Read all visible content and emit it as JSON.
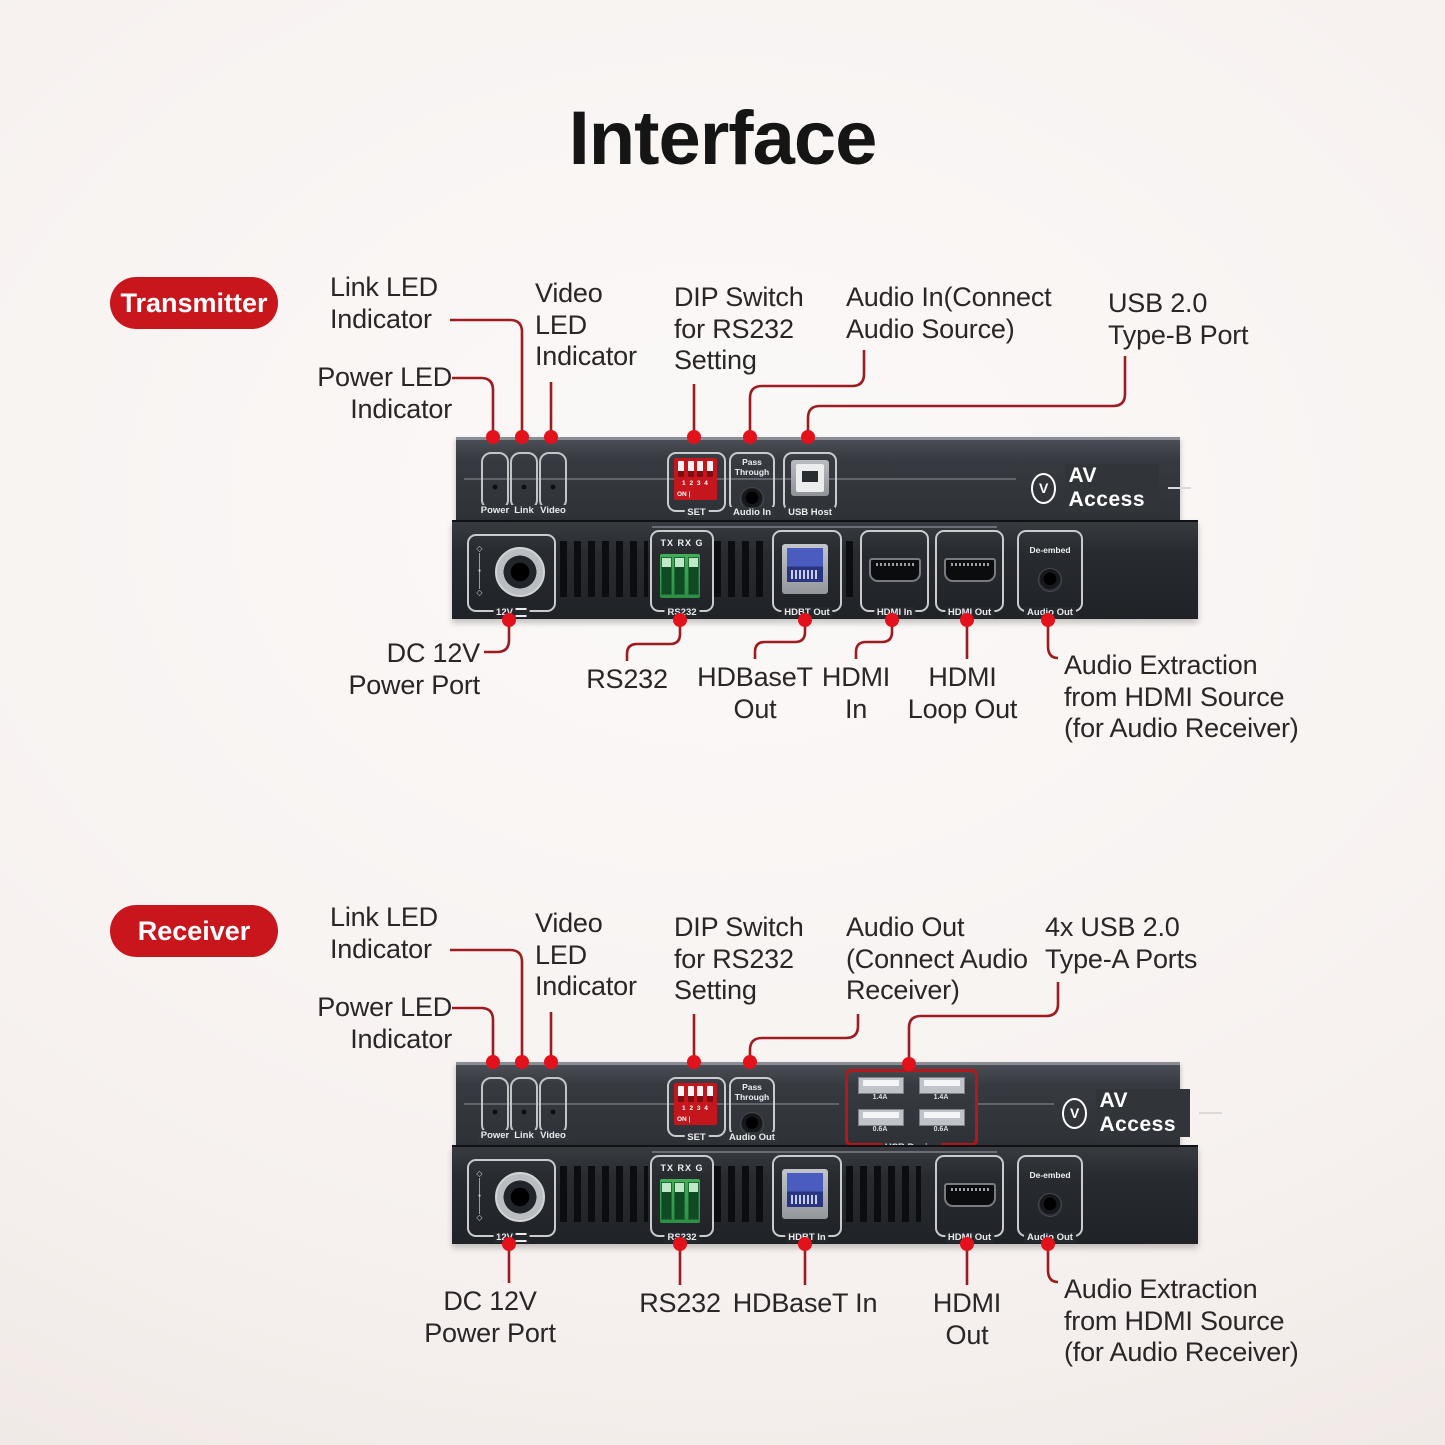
{
  "title": "Interface",
  "colors": {
    "badge_red": "#c9161d",
    "line_red": "#9e1c20",
    "dot_red": "#e2111b"
  },
  "brand": {
    "name": "AV Access",
    "initial": "V"
  },
  "transmitter": {
    "badge": "Transmitter",
    "callouts": {
      "link_led": "Link LED\nIndicator",
      "power_led": "Power LED\nIndicator",
      "video_led": "Video\nLED\nIndicator",
      "dip_switch": "DIP Switch\nfor RS232\nSetting",
      "audio_in": "Audio In(Connect\nAudio Source)",
      "usb": "USB 2.0\nType-B Port",
      "dc_power": "DC 12V\nPower Port",
      "rs232": "RS232",
      "hdbaset": "HDBaseT\nOut",
      "hdmi_in": "HDMI\nIn",
      "hdmi_loop_out": "HDMI\nLoop Out",
      "audio_extraction": "Audio Extraction\nfrom HDMI Source\n(for Audio Receiver)"
    },
    "front": {
      "leds": [
        "Power",
        "Link",
        "Video"
      ],
      "dip": {
        "numbers": "1 2 3 4",
        "on": "ON |",
        "label": "SET"
      },
      "audio": {
        "note": "Pass\nThrough",
        "label": "Audio In"
      },
      "usb_label": "USB Host"
    },
    "back": {
      "power_label": "12V",
      "rs232_header": "TX RX G",
      "rs232_label": "RS232",
      "hdbt_label": "HDBT Out",
      "hdmi_in_label": "HDMI In",
      "hdmi_out_label": "HDMI Out",
      "audio_note": "De-embed",
      "audio_label": "Audio Out"
    }
  },
  "receiver": {
    "badge": "Receiver",
    "callouts": {
      "link_led": "Link LED\nIndicator",
      "power_led": "Power LED\nIndicator",
      "video_led": "Video\nLED\nIndicator",
      "dip_switch": "DIP Switch\nfor RS232\nSetting",
      "audio_out": "Audio Out\n(Connect Audio\nReceiver)",
      "usb": "4x USB 2.0\nType-A Ports",
      "dc_power": "DC 12V\nPower Port",
      "rs232": "RS232",
      "hdbaset": "HDBaseT In",
      "hdmi_out": "HDMI\nOut",
      "audio_extraction": "Audio Extraction\nfrom HDMI Source\n(for Audio Receiver)"
    },
    "front": {
      "leds": [
        "Power",
        "Link",
        "Video"
      ],
      "dip": {
        "numbers": "1 2 3 4",
        "on": "ON |",
        "label": "SET"
      },
      "audio": {
        "note": "Pass\nThrough",
        "label": "Audio Out"
      },
      "usb": {
        "top_amp": "1.4A",
        "bottom_amp": "0.6A",
        "label": "USB Device"
      }
    },
    "back": {
      "power_label": "12V",
      "rs232_header": "TX RX G",
      "rs232_label": "RS232",
      "hdbt_label": "HDBT In",
      "hdmi_out_label": "HDMI Out",
      "audio_note": "De-embed",
      "audio_label": "Audio Out"
    }
  }
}
